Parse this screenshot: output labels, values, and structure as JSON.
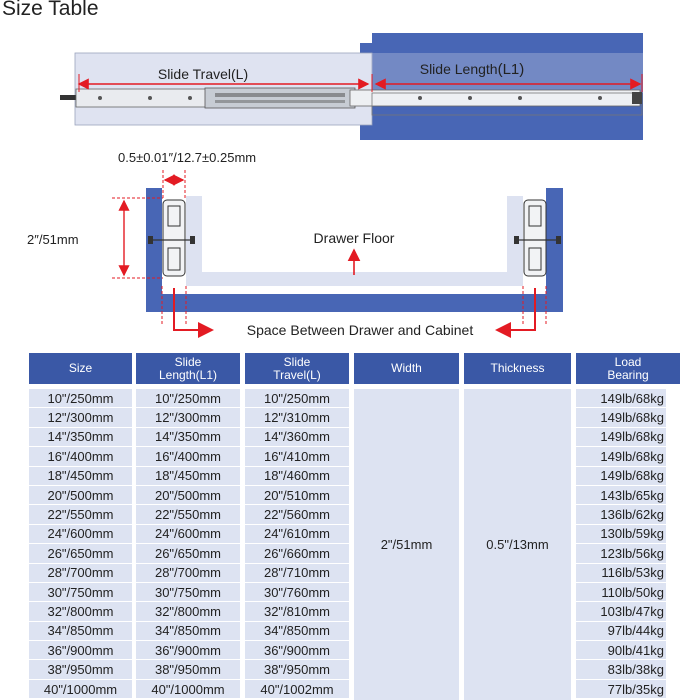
{
  "title": "Size Table",
  "diagram": {
    "slide_travel_label": "Slide Travel(L)",
    "slide_length_label": "Slide Length",
    "slide_length_suffix": "(L1)",
    "thickness_label": "0.5±0.01″/12.7±0.25mm",
    "height_label": "2″/51mm",
    "drawer_floor_label": "Drawer Floor",
    "space_label": "Space Between Drawer and Cabinet"
  },
  "table": {
    "headers": {
      "size": "Size",
      "slide_length": "Slide\nLength(L1)",
      "slide_travel": "Slide\nTravel(L)",
      "width": "Width",
      "thickness": "Thickness",
      "load_bearing": "Load\nBearing"
    },
    "width_value": "2\"/51mm",
    "thickness_value": "0.5\"/13mm",
    "sizes": [
      "10\"/250mm",
      "12\"/300mm",
      "14\"/350mm",
      "16\"/400mm",
      "18\"/450mm",
      "20\"/500mm",
      "22\"/550mm",
      "24\"/600mm",
      "26\"/650mm",
      "28\"/700mm",
      "30\"/750mm",
      "32\"/800mm",
      "34\"/850mm",
      "36\"/900mm",
      "38\"/950mm",
      "40\"/1000mm"
    ],
    "slide_lengths": [
      "10\"/250mm",
      "12\"/300mm",
      "14\"/350mm",
      "16\"/400mm",
      "18\"/450mm",
      "20\"/500mm",
      "22\"/550mm",
      "24\"/600mm",
      "26\"/650mm",
      "28\"/700mm",
      "30\"/750mm",
      "32\"/800mm",
      "34\"/850mm",
      "36\"/900mm",
      "38\"/950mm",
      "40\"/1000mm"
    ],
    "slide_travels": [
      "10\"/250mm",
      "12\"/310mm",
      "14\"/360mm",
      "16\"/410mm",
      "18\"/460mm",
      "20\"/510mm",
      "22\"/560mm",
      "24\"/610mm",
      "26\"/660mm",
      "28\"/710mm",
      "30\"/760mm",
      "32\"/810mm",
      "34\"/850mm",
      "36\"/900mm",
      "38\"/950mm",
      "40\"/1002mm"
    ],
    "loads": [
      "149lb/68kg",
      "149lb/68kg",
      "149lb/68kg",
      "149lb/68kg",
      "149lb/68kg",
      "143lb/65kg",
      "136lb/62kg",
      "130lb/59kg",
      "123lb/56kg",
      "116lb/53kg",
      "110lb/50kg",
      "103lb/47kg",
      "97lb/44kg",
      "90lb/41kg",
      "83lb/38kg",
      "77lb/35kg"
    ]
  },
  "colors": {
    "header_blue": "#3a58a6",
    "cabinet_blue": "#4866b5",
    "cell_bg": "#dde3f2",
    "dimension_red": "#e31b23"
  }
}
